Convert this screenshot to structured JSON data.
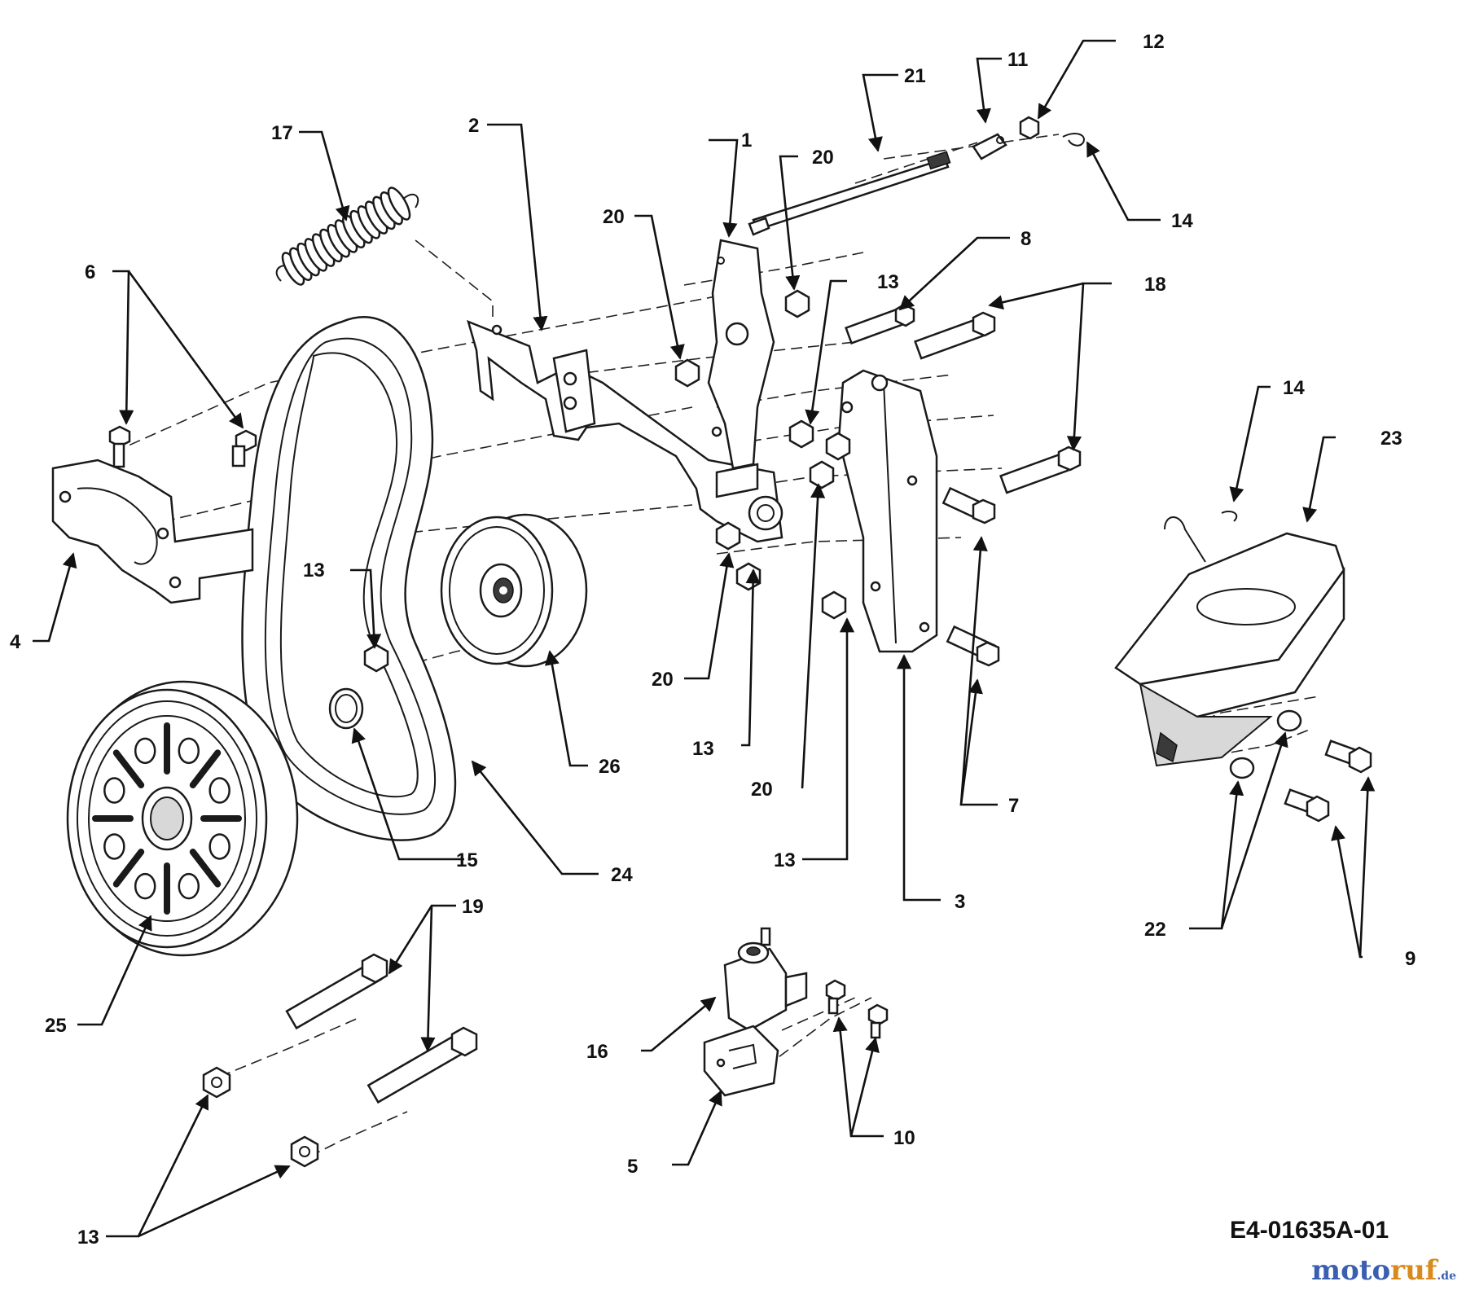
{
  "diagram": {
    "reference_code": "E4-01635A-01",
    "callouts": [
      {
        "id": "c1",
        "label": "1"
      },
      {
        "id": "c2",
        "label": "2"
      },
      {
        "id": "c3",
        "label": "3"
      },
      {
        "id": "c4",
        "label": "4"
      },
      {
        "id": "c5",
        "label": "5"
      },
      {
        "id": "c6",
        "label": "6"
      },
      {
        "id": "c7",
        "label": "7"
      },
      {
        "id": "c8",
        "label": "8"
      },
      {
        "id": "c9",
        "label": "9"
      },
      {
        "id": "c10",
        "label": "10"
      },
      {
        "id": "c11",
        "label": "11"
      },
      {
        "id": "c12",
        "label": "12"
      },
      {
        "id": "c13a",
        "label": "13"
      },
      {
        "id": "c13b",
        "label": "13"
      },
      {
        "id": "c13c",
        "label": "13"
      },
      {
        "id": "c13d",
        "label": "13"
      },
      {
        "id": "c13e",
        "label": "13"
      },
      {
        "id": "c13f",
        "label": "13"
      },
      {
        "id": "c14a",
        "label": "14"
      },
      {
        "id": "c14b",
        "label": "14"
      },
      {
        "id": "c15",
        "label": "15"
      },
      {
        "id": "c16",
        "label": "16"
      },
      {
        "id": "c17",
        "label": "17"
      },
      {
        "id": "c18",
        "label": "18"
      },
      {
        "id": "c19",
        "label": "19"
      },
      {
        "id": "c20a",
        "label": "20"
      },
      {
        "id": "c20b",
        "label": "20"
      },
      {
        "id": "c20c",
        "label": "20"
      },
      {
        "id": "c20d",
        "label": "20"
      },
      {
        "id": "c21",
        "label": "21"
      },
      {
        "id": "c22",
        "label": "22"
      },
      {
        "id": "c23",
        "label": "23"
      },
      {
        "id": "c24",
        "label": "24"
      },
      {
        "id": "c25",
        "label": "25"
      },
      {
        "id": "c26",
        "label": "26"
      }
    ]
  },
  "watermark": {
    "part1": "moto",
    "part2": "ruf",
    "suffix": ".de"
  }
}
